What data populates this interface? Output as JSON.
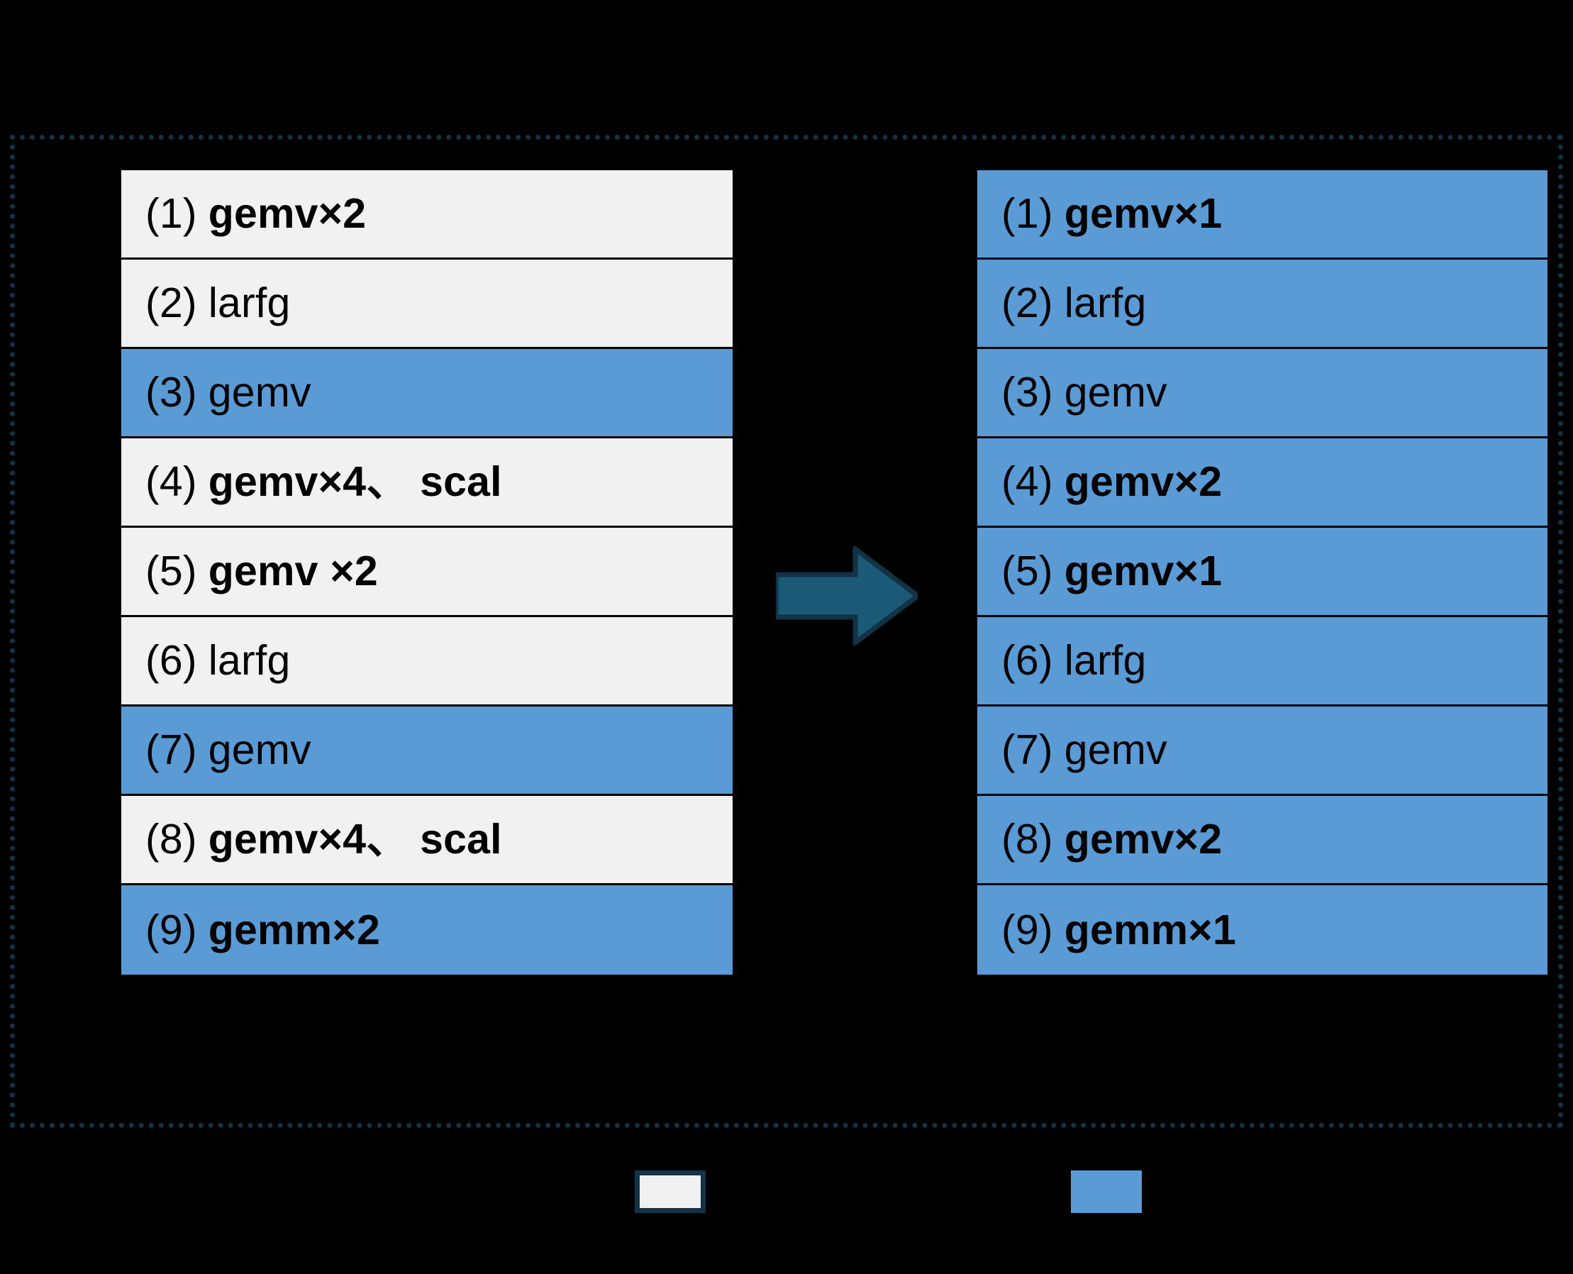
{
  "colors": {
    "background": "#000000",
    "row_plain_bg": "#f1f1f1",
    "row_highlight_bg": "#5b9bd5",
    "border": "#000000",
    "dotted_frame": "#123246",
    "arrow": "#1b5a77",
    "arrow_outline": "#123246"
  },
  "diagram": {
    "left_table": {
      "caption": "",
      "rows": [
        {
          "num": "(1)",
          "text": "gemv×2",
          "bold": true,
          "highlighted": false
        },
        {
          "num": "(2)",
          "text": "larfg",
          "bold": false,
          "highlighted": false
        },
        {
          "num": "(3)",
          "text": "gemv",
          "bold": false,
          "highlighted": true
        },
        {
          "num": "(4)",
          "text": "gemv×4、 scal",
          "bold": true,
          "highlighted": false
        },
        {
          "num": "(5)",
          "text": "gemv ×2",
          "bold": true,
          "highlighted": false
        },
        {
          "num": "(6)",
          "text": "larfg",
          "bold": false,
          "highlighted": false
        },
        {
          "num": "(7)",
          "text": "gemv",
          "bold": false,
          "highlighted": true
        },
        {
          "num": "(8)",
          "text": "gemv×4、 scal",
          "bold": true,
          "highlighted": false
        },
        {
          "num": "(9)",
          "text": "gemm×2",
          "bold": true,
          "highlighted": true
        }
      ]
    },
    "right_table": {
      "caption": "",
      "rows": [
        {
          "num": "(1)",
          "text": "gemv×1",
          "bold": true,
          "highlighted": true
        },
        {
          "num": "(2)",
          "text": "larfg",
          "bold": false,
          "highlighted": true
        },
        {
          "num": "(3)",
          "text": "gemv",
          "bold": false,
          "highlighted": true
        },
        {
          "num": "(4)",
          "text": "gemv×2",
          "bold": true,
          "highlighted": true
        },
        {
          "num": "(5)",
          "text": "gemv×1",
          "bold": true,
          "highlighted": true
        },
        {
          "num": "(6)",
          "text": "larfg",
          "bold": false,
          "highlighted": true
        },
        {
          "num": "(7)",
          "text": "gemv",
          "bold": false,
          "highlighted": true
        },
        {
          "num": "(8)",
          "text": "gemv×2",
          "bold": true,
          "highlighted": true
        },
        {
          "num": "(9)",
          "text": "gemm×1",
          "bold": true,
          "highlighted": true
        }
      ]
    },
    "arrow": {
      "direction": "right",
      "label": ""
    },
    "legend": [
      {
        "swatch_color": "#f1f1f1",
        "label": ""
      },
      {
        "swatch_color": "#5b9bd5",
        "label": ""
      }
    ]
  }
}
